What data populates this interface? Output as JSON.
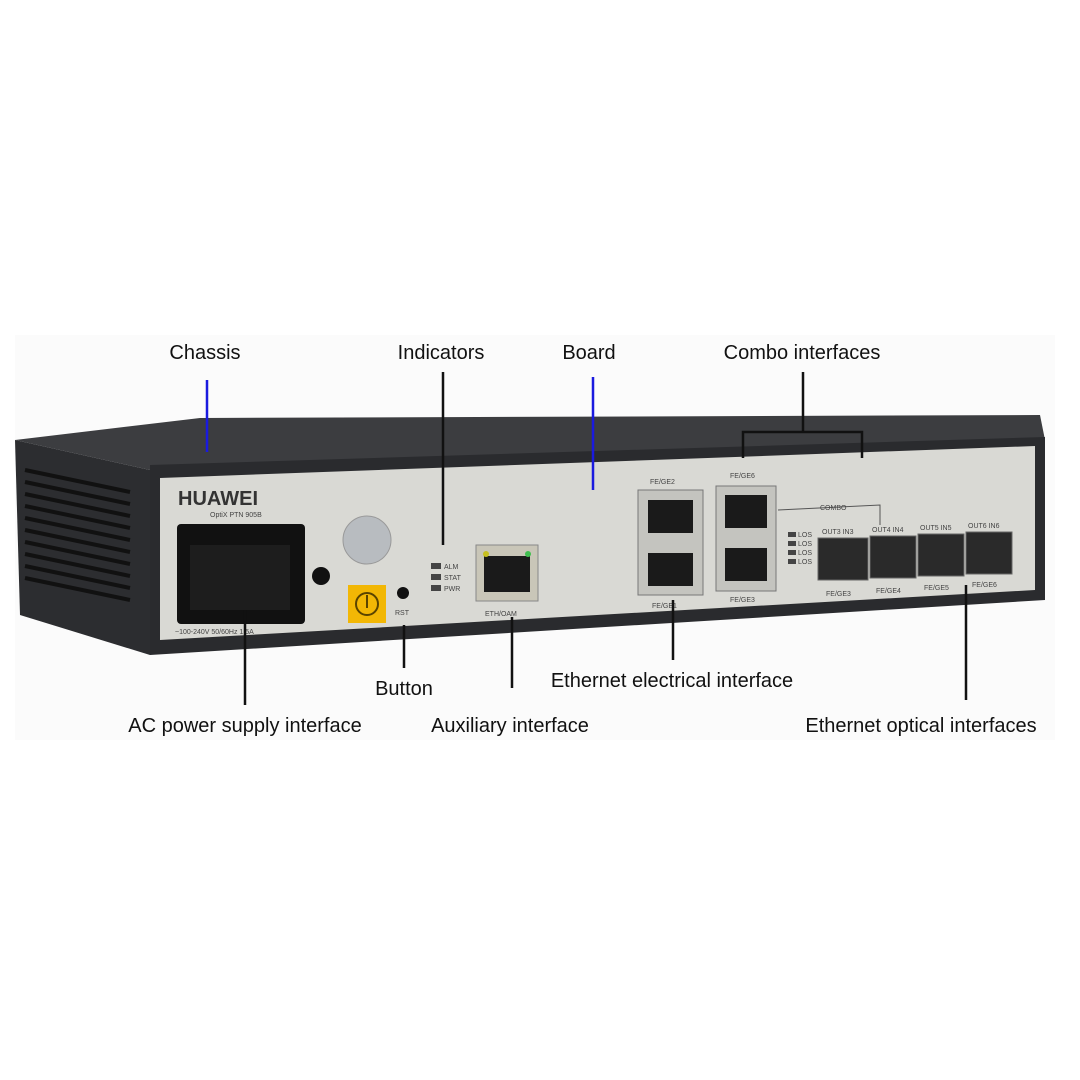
{
  "labels": {
    "chassis": "Chassis",
    "indicators": "Indicators",
    "board": "Board",
    "combo": "Combo interfaces",
    "button": "Button",
    "ac_power": "AC power supply interface",
    "auxiliary": "Auxiliary interface",
    "eth_electrical": "Ethernet electrical interface",
    "eth_optical": "Ethernet optical interfaces"
  },
  "device": {
    "brand": "HUAWEI",
    "model": "OptiX PTN 905B",
    "power_rating": "~100-240V 50/60Hz 1.5A",
    "leds": [
      "ALM",
      "STAT",
      "PWR"
    ],
    "reset": "RST",
    "aux_port": "ETH/OAM",
    "ports": [
      "FE/GE1",
      "FE/GE2",
      "FE/GE3",
      "FE/GE4",
      "FE/GE5",
      "FE/GE6"
    ],
    "combo": "COMBO",
    "sfp_labels": [
      "OUT3 IN3",
      "OUT4 IN4",
      "OUT5 IN5",
      "OUT6 IN6"
    ],
    "los": [
      "LOS",
      "LOS",
      "LOS",
      "LOS"
    ]
  },
  "colors": {
    "pointer_blue": "#1a1adf",
    "pointer_black": "#111111",
    "ground_label": "#f2b705"
  }
}
